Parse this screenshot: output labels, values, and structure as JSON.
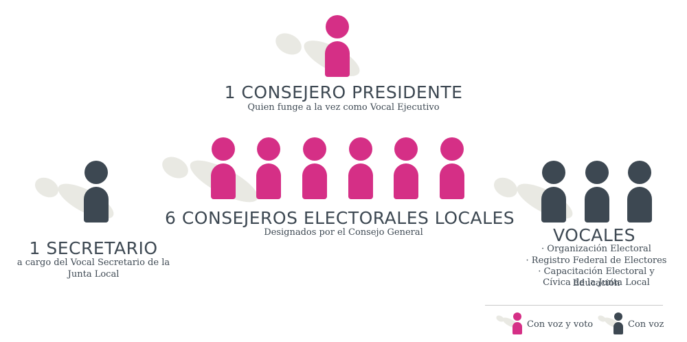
{
  "colors": {
    "voto": "#d52f86",
    "voz": "#3d4852",
    "shadow": "#e9e9e3"
  },
  "presidente": {
    "title": "1 CONSEJERO PRESIDENTE",
    "subtitle": "Quien funge a la vez como Vocal Ejecutivo",
    "icon": "person-icon",
    "count": 1
  },
  "consejeros": {
    "title": "6 CONSEJEROS ELECTORALES LOCALES",
    "subtitle": "Designados por el Consejo General",
    "icon": "person-icon",
    "count": 6
  },
  "secretario": {
    "title": "1 SECRETARIO",
    "subtitle_line1": "a cargo del Vocal Secretario de la",
    "subtitle_line2": "Junta Local",
    "icon": "person-icon",
    "count": 1
  },
  "vocales": {
    "title": "VOCALES",
    "items": [
      "· Organización Electoral",
      "· Registro Federal de Electores",
      "· Capacitación Electoral y Educación",
      "Cívica de la Junta Local"
    ],
    "icon": "person-icon",
    "count": 3
  },
  "legend": {
    "voto_label": "Con voz y voto",
    "voz_label": "Con voz"
  }
}
